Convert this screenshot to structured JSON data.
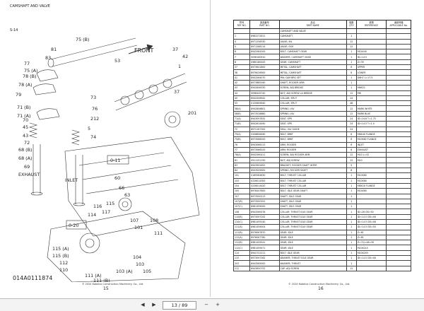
{
  "left_page": {
    "title": "CAMSHAFT AND VALVE",
    "code": "S-14",
    "front_label": "FRONT",
    "exhaust_label": "EXHAUST",
    "inlet_label": "INLET",
    "drawing_no": "014A0111874",
    "copyright": "© 2024 Kobelco Construction Machinery. Co., Ltd.",
    "page_number": "15",
    "callouts": [
      "75 (B)",
      "81",
      "83",
      "77",
      "75 (A)",
      "53",
      "78 (B)",
      "78 (A)",
      "37",
      "42",
      "1",
      "79",
      "71 (B)",
      "71 (A)",
      "73",
      "76",
      "212",
      "5",
      "74",
      "201",
      "70",
      "45",
      "43",
      "72",
      "68 (B)",
      "68 (A)",
      "69",
      "0-11",
      "60",
      "66",
      "63",
      "107",
      "108",
      "101",
      "111",
      "116",
      "115",
      "117",
      "114",
      "0-20",
      "115 (A)",
      "115 (B)",
      "112",
      "110",
      "104",
      "103",
      "103 (A)",
      "105",
      "111 (A)",
      "111 (B)"
    ]
  },
  "right_page": {
    "copyright": "© 2024 Kobelco Construction Machinery. Co., Ltd.",
    "page_number": "16",
    "headers": [
      {
        "jp": "符号",
        "en": "REF NO."
      },
      {
        "jp": "部品番号",
        "en": "PART NO."
      },
      {
        "jp": "品名",
        "en": "PART NAME"
      },
      {
        "jp": "個数",
        "en": "QTY"
      },
      {
        "jp": "参照",
        "en": "REFERENCE"
      },
      {
        "jp": "適用号機",
        "en": "APPLICABLE No."
      }
    ],
    "rows": [
      [
        "",
        "",
        "CAMSHAFT AND VALVE",
        "",
        "",
        ""
      ],
      [
        "1",
        "8982272611",
        "CAMSHAFT",
        "1",
        "",
        ""
      ],
      [
        "4",
        "8971258330",
        "VALVE; INL",
        "12",
        "",
        ""
      ],
      [
        "5",
        "8971268114",
        "VALVE; EXH",
        "12",
        "",
        ""
      ],
      [
        "6",
        "8942584200",
        "BOLT; CAMSHAFT GEAR",
        "1",
        "M14X40",
        ""
      ],
      [
        "7",
        "9098160910",
        "WASHER; CAMSHAFT GEAR",
        "1",
        "ID=14.5",
        ""
      ],
      [
        "8",
        "0980180043",
        "GEAR; CAMSHAFT",
        "1",
        "Z=35",
        ""
      ],
      [
        "37",
        "8973641800",
        "METAL; CAMSHAFT",
        "6",
        "UPPER",
        ""
      ],
      [
        "38",
        "8976026900",
        "METAL; CAMSHAFT",
        "6",
        "LOWER",
        ""
      ],
      [
        "41",
        "8942564070",
        "PIN; CAM BRG SET",
        "1",
        "D6H7 L=17.5",
        ""
      ],
      [
        "42",
        "8973889160",
        "SHAFT; ROCKER ARM",
        "1",
        "",
        ""
      ],
      [
        "43",
        "8942646330",
        "SCREW; ADJ BRIDGE",
        "1",
        "M6X21",
        ""
      ],
      [
        "44",
        "9098445740",
        "NUT; ADJ SCREW LA BRIDGE",
        "12",
        "M6",
        ""
      ],
      [
        "45",
        "8942506942",
        "COLLAR; SPLIT",
        "24",
        "",
        ""
      ],
      [
        "53",
        "0125609940",
        "COLLAR; SPLIT",
        "48",
        "",
        ""
      ],
      [
        "58(A)",
        "8942606801",
        "SPRING; VLV",
        "12",
        "MARK WHITE",
        ""
      ],
      [
        "58(B)",
        "8973528880",
        "SPRING; VLV",
        "12",
        "MARK BLUE",
        ""
      ],
      [
        "71(A)",
        "8943097832",
        "SEAT; SPR",
        "24",
        "ID=24.8 T=1.75",
        ""
      ],
      [
        "71(B)",
        "8942614490",
        "SEAT; SPR",
        "24",
        "ID=14.5 T=1.0",
        ""
      ],
      [
        "72",
        "8972167300",
        "SEAL; VLV GUIDE",
        "24",
        "",
        ""
      ],
      [
        "75(A)",
        "0206856490",
        "BOLT; BRKT",
        "6",
        "M8X40 FLANGE",
        ""
      ],
      [
        "75(B)",
        "8973068200",
        "BOLT; BRKT",
        "6",
        "M10X82 FLANGE",
        ""
      ],
      [
        "76",
        "8943066113",
        "ARM; ROCKER",
        "6",
        "INLET",
        ""
      ],
      [
        "77",
        "8973066243",
        "ARM; ROCKER",
        "6",
        "EXHAUST",
        ""
      ],
      [
        "78(A)",
        "8942560411",
        "SCREW; ADJ ROCKER ARM",
        "12",
        "M10 L=32",
        ""
      ],
      [
        "81",
        "0911151150",
        "NUT; ADJ SCREW",
        "12",
        "M10",
        ""
      ],
      [
        "83",
        "8943952652",
        "BRACKET; ROCKER SHAFT INTER",
        "5",
        "",
        ""
      ],
      [
        "84",
        "8943509900",
        "SPRING; ROCKER SHAFT",
        "8",
        "",
        ""
      ],
      [
        "101",
        "0165564630",
        "BOLT; THRUST COLLAR",
        "1",
        "M10X60",
        ""
      ],
      [
        "103",
        "0226014300",
        "BOLT; THRUST COLLAR",
        "1",
        "M10X60",
        ""
      ],
      [
        "104",
        "0226014420",
        "BOLT; THRUST COLLAR",
        "1",
        "M8X16 FLANGE",
        ""
      ],
      [
        "105",
        "8976447600",
        "BOLT; IDLE GEAR SHAFT",
        "1",
        "M14X60",
        ""
      ],
      [
        "107",
        "8973500213",
        "SHAFT; IDLE GEAR",
        "1",
        "",
        ""
      ],
      [
        "107(B)",
        "8973500291",
        "SHAFT; IDLE GEAR",
        "1",
        "",
        ""
      ],
      [
        "107(C)",
        "8981459000",
        "SHAFT; IDLE GEAR",
        "1",
        "",
        ""
      ],
      [
        "108",
        "8943260078",
        "COLLAR; THRUST IDLE GEAR",
        "1",
        "ID=28 OD=50",
        ""
      ],
      [
        "110(B)",
        "8973097292",
        "COLLAR; THRUST IDLE GEAR",
        "1",
        "ID=14.5 OD=46",
        ""
      ],
      [
        "110(C)",
        "8981459140",
        "COLLAR; THRUST IDLE GEAR",
        "1",
        "ID=14.5 OD=46",
        ""
      ],
      [
        "111(A)",
        "8981459004",
        "COLLAR; THRUST IDLE GEAR",
        "1",
        "ID=14.5 OD=50",
        ""
      ],
      [
        "111(B)",
        "8976067870",
        "GEAR; IDLE",
        "1",
        "Z=61",
        ""
      ],
      [
        "112(A)",
        "8976067780",
        "GEAR; IDLE",
        "1",
        "Z=61",
        ""
      ],
      [
        "112(B)",
        "8981459541",
        "GEAR; IDLE",
        "1",
        "Z=72/=48=30",
        ""
      ],
      [
        "112(C)",
        "8981459471",
        "GEAR; IDLE",
        "1",
        "M10X2L5",
        ""
      ],
      [
        "114",
        "8942722211",
        "BOLT; IDLE GEAR",
        "1",
        "M10X205",
        ""
      ],
      [
        "115",
        "8973097262",
        "WASHER; THRUST IDLE GEAR",
        "1",
        "ID=14.5 OD=46",
        ""
      ],
      [
        "203",
        "8943565000",
        "WASHER; THRUST",
        "1",
        "",
        ""
      ],
      [
        "212",
        "8943650752",
        "CAP; ADJ SCREW",
        "12",
        "",
        ""
      ]
    ]
  },
  "toolbar": {
    "current_page": "13",
    "total_pages": "89",
    "page_display": "13 / 89",
    "zoom_out": "−",
    "zoom_in": "+",
    "prev": "◀",
    "next": "▶"
  }
}
